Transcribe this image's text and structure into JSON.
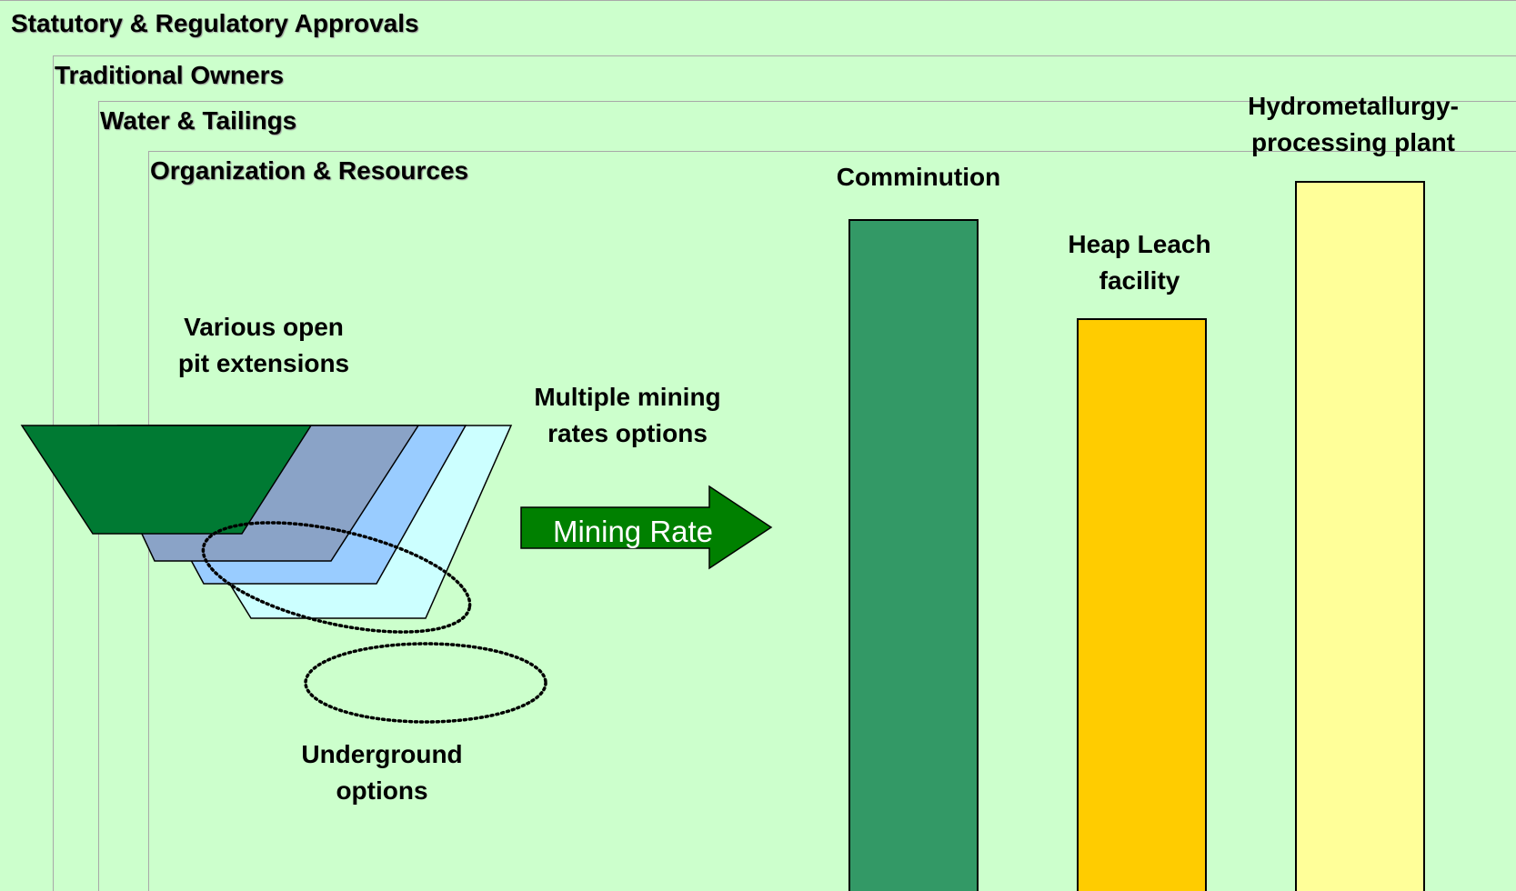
{
  "frames": {
    "statutory": "Statutory & Regulatory Approvals",
    "traditional": "Traditional Owners",
    "water": "Water & Tailings",
    "organization": "Organization & Resources"
  },
  "labels": {
    "open_pit": [
      "Various open",
      "pit extensions"
    ],
    "multiple_rates": [
      "Multiple mining",
      "rates options"
    ],
    "underground": [
      "Underground",
      "options"
    ],
    "mining_rate_arrow": "Mining Rate"
  },
  "facilities": {
    "comminution": "Comminution",
    "heap_leach": [
      "Heap Leach",
      "facility"
    ],
    "hydrometallurgy": [
      "Hydrometallurgy-",
      "processing plant"
    ]
  },
  "colors": {
    "background": "#ccffcc",
    "pit_green": "#007a33",
    "pit_steel": "#8aa3c7",
    "pit_blue": "#99ccff",
    "pit_cyan": "#ccffff",
    "arrow": "#008000",
    "comminution": "#339966",
    "heap_leach": "#ffcc00",
    "hydrometallurgy": "#ffff99"
  }
}
